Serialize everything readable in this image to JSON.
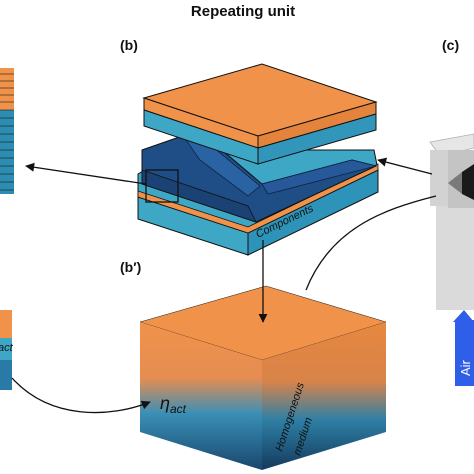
{
  "title": "Repeating unit",
  "panels": {
    "b": "(b)",
    "b_prime": "(b′)",
    "c": "(c)"
  },
  "labels": {
    "components": "Components",
    "eta_left": "act",
    "eta_main": "η",
    "eta_sub": "act",
    "homogeneous_line1": "Homogeneous",
    "homogeneous_line2": "medium",
    "air": "Air"
  },
  "colors": {
    "orange": "#f0924a",
    "teal": "#3fa7c6",
    "navy": "#1f4e86",
    "dark_edge": "#1a1a1a",
    "air_blue": "#2f5ee8",
    "gray": "#cfcfcf"
  }
}
